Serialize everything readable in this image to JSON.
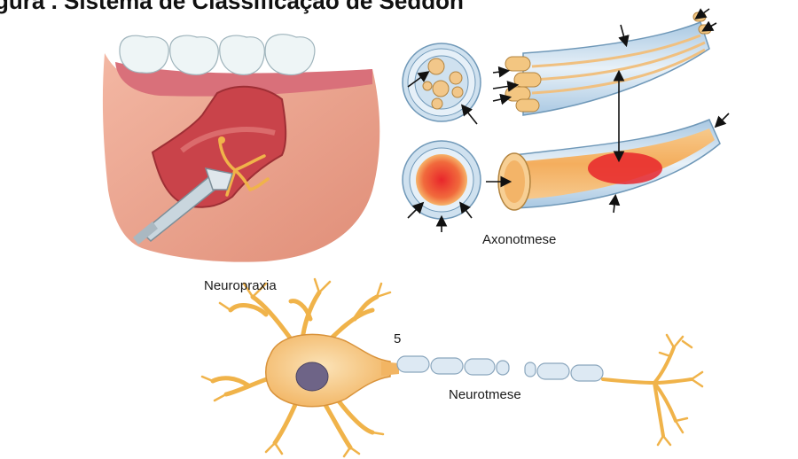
{
  "figure": {
    "title": "gura . Sistema de Classificação de Seddon"
  },
  "labels": {
    "neuropraxia": "Neuropraxia",
    "axonotmese": "Axonotmese",
    "neurotmese": "Neurotmese",
    "number": "5"
  },
  "colors": {
    "skin": "#e7a08a",
    "tissue": "#c9434a",
    "nerve": "#f0b34a",
    "sheath": "#bcd7ea",
    "injury": "#e8262b",
    "axon_fibre": "#f2c78a",
    "myelin": "#dde9f3"
  }
}
